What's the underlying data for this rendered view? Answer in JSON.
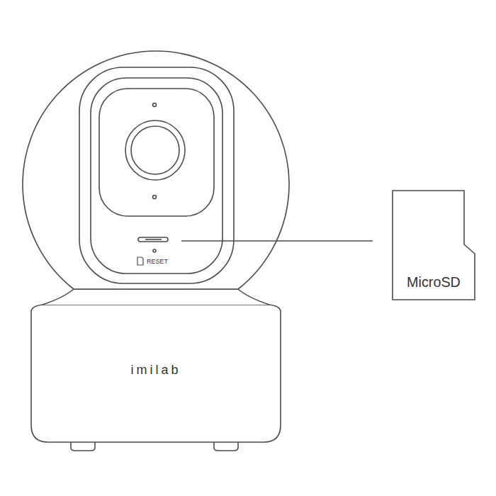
{
  "diagram": {
    "nodes": [
      {
        "text": [
          "MicroSD"
        ]
      }
    ],
    "labels": [
      "RESET",
      "imilab"
    ]
  }
}
